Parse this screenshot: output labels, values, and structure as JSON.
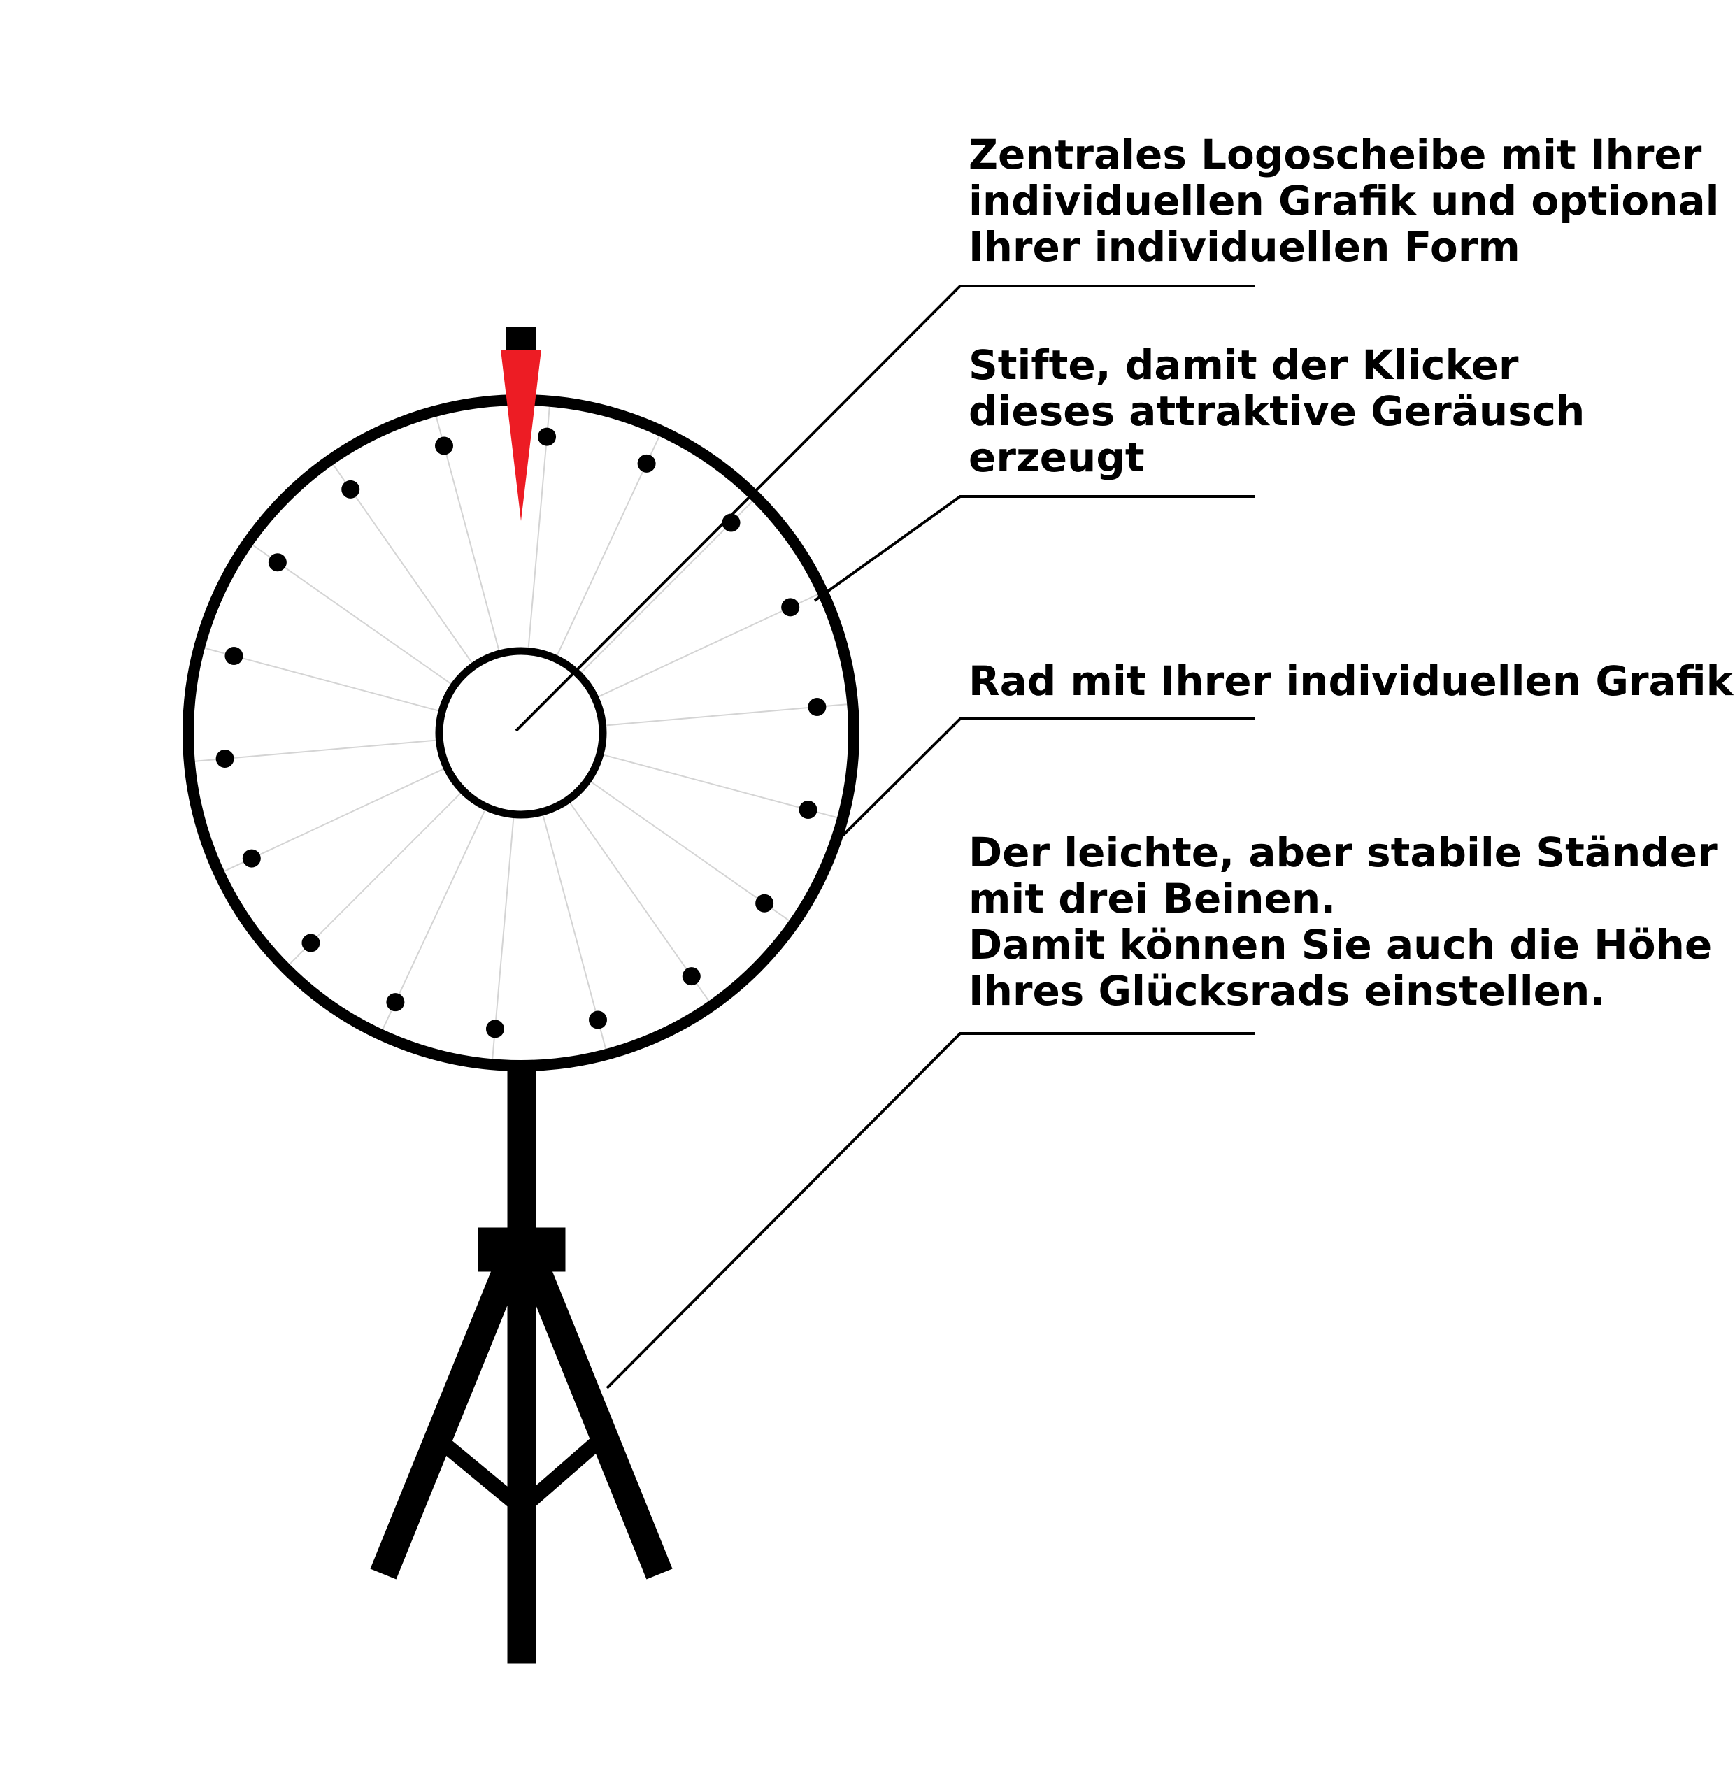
{
  "colors": {
    "ink": "#000000",
    "pointer": "#ed1c24",
    "spoke": "#d4d4d4",
    "background": "#ffffff"
  },
  "wheel": {
    "pin_count": 18
  },
  "annotations": {
    "logo": {
      "lines": [
        "Zentrales Logoscheibe mit Ihrer",
        "individuellen Grafik und optional",
        "Ihrer individuellen Form"
      ]
    },
    "pins": {
      "lines": [
        "Stifte, damit der Klicker",
        "dieses attraktive Geräusch",
        "erzeugt"
      ]
    },
    "wheel": {
      "lines": [
        "Rad mit Ihrer individuellen Grafik"
      ]
    },
    "stand": {
      "lines": [
        "Der leichte, aber stabile Ständer",
        "mit drei Beinen.",
        "Damit können Sie auch die Höhe",
        "Ihres Glücksrads einstellen."
      ]
    }
  }
}
